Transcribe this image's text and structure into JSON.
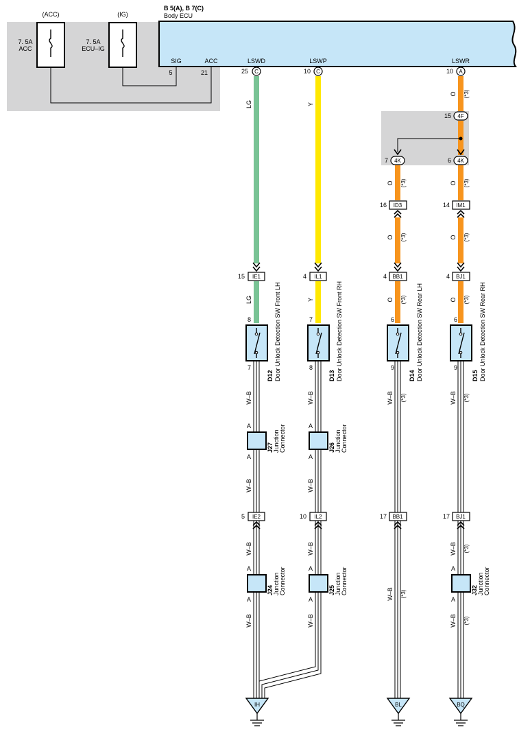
{
  "colors": {
    "LG": "#79c395",
    "Y": "#ffe800",
    "O": "#f7941d",
    "ecu_fill": "#c6e6f8",
    "connector_fill": "#c6e6f8",
    "shade": "#d5d5d6"
  },
  "fuses": {
    "acc": {
      "tag": "(ACC)",
      "rating": "7. 5A",
      "name": "ACC"
    },
    "ig": {
      "tag": "(IG)",
      "rating": "7. 5A",
      "name": "ECU–IG"
    }
  },
  "ecu": {
    "ref": "B 5(A), B 7(C)",
    "name": "Body ECU",
    "sig_label": "SIG",
    "sig_pin": "5",
    "acc_label": "ACC",
    "acc_pin": "21",
    "outputs": [
      {
        "label": "LSWD",
        "pin": "25",
        "conn": "C"
      },
      {
        "label": "LSWP",
        "pin": "10",
        "conn": "C"
      },
      {
        "label": "LSWR",
        "pin": "10",
        "conn": "A"
      }
    ]
  },
  "branch": {
    "top_pin": "15",
    "top_conn": "4F",
    "left_pin": "7",
    "left_conn": "4K",
    "right_pin": "6",
    "right_conn": "4K"
  },
  "wire_labels": {
    "lg": "LG",
    "y": "Y",
    "o": "O",
    "wb": "W–B",
    "note": "(*3)"
  },
  "connectors": {
    "id3": {
      "pin": "16",
      "name": "ID3"
    },
    "im1": {
      "pin": "14",
      "name": "IM1"
    },
    "ie1": {
      "pin": "15",
      "name": "IE1"
    },
    "il1": {
      "pin": "4",
      "name": "IL1"
    },
    "bb1_top": {
      "pin": "4",
      "name": "BB1"
    },
    "bj1_top": {
      "pin": "4",
      "name": "BJ1"
    },
    "ie2": {
      "pin": "5",
      "name": "IE2"
    },
    "il2": {
      "pin": "10",
      "name": "IL2"
    },
    "bb1_bot": {
      "pin": "17",
      "name": "BB1"
    },
    "bj1_bot": {
      "pin": "17",
      "name": "BJ1"
    }
  },
  "switches": [
    {
      "code": "D12",
      "name": "Door Unlock Detection SW Front LH",
      "pin_top": "8",
      "pin_bot": "7"
    },
    {
      "code": "D13",
      "name": "Door Unlock Detection SW Front RH",
      "pin_top": "7",
      "pin_bot": "8"
    },
    {
      "code": "D14",
      "name": "Door Unlock Detection SW Rear LH",
      "pin_top": "6",
      "pin_bot": "9"
    },
    {
      "code": "D15",
      "name": "Door Unlock Detection SW Rear RH",
      "pin_top": "6",
      "pin_bot": "9"
    }
  ],
  "junctions": {
    "j27": {
      "code": "J27",
      "label1": "Junction",
      "label2": "Connector",
      "pin": "A"
    },
    "j26": {
      "code": "J26",
      "label1": "Junction",
      "label2": "Connector",
      "pin": "A"
    },
    "j24": {
      "code": "J24",
      "label1": "Junction",
      "label2": "Connector",
      "pin": "A"
    },
    "j25": {
      "code": "J25",
      "label1": "Junction",
      "label2": "Connector",
      "pin": "A"
    },
    "j32": {
      "code": "J32",
      "label1": "Junction",
      "label2": "Connector",
      "pin": "A"
    }
  },
  "grounds": {
    "ih": "IH",
    "bl": "BL",
    "bq": "BQ"
  }
}
